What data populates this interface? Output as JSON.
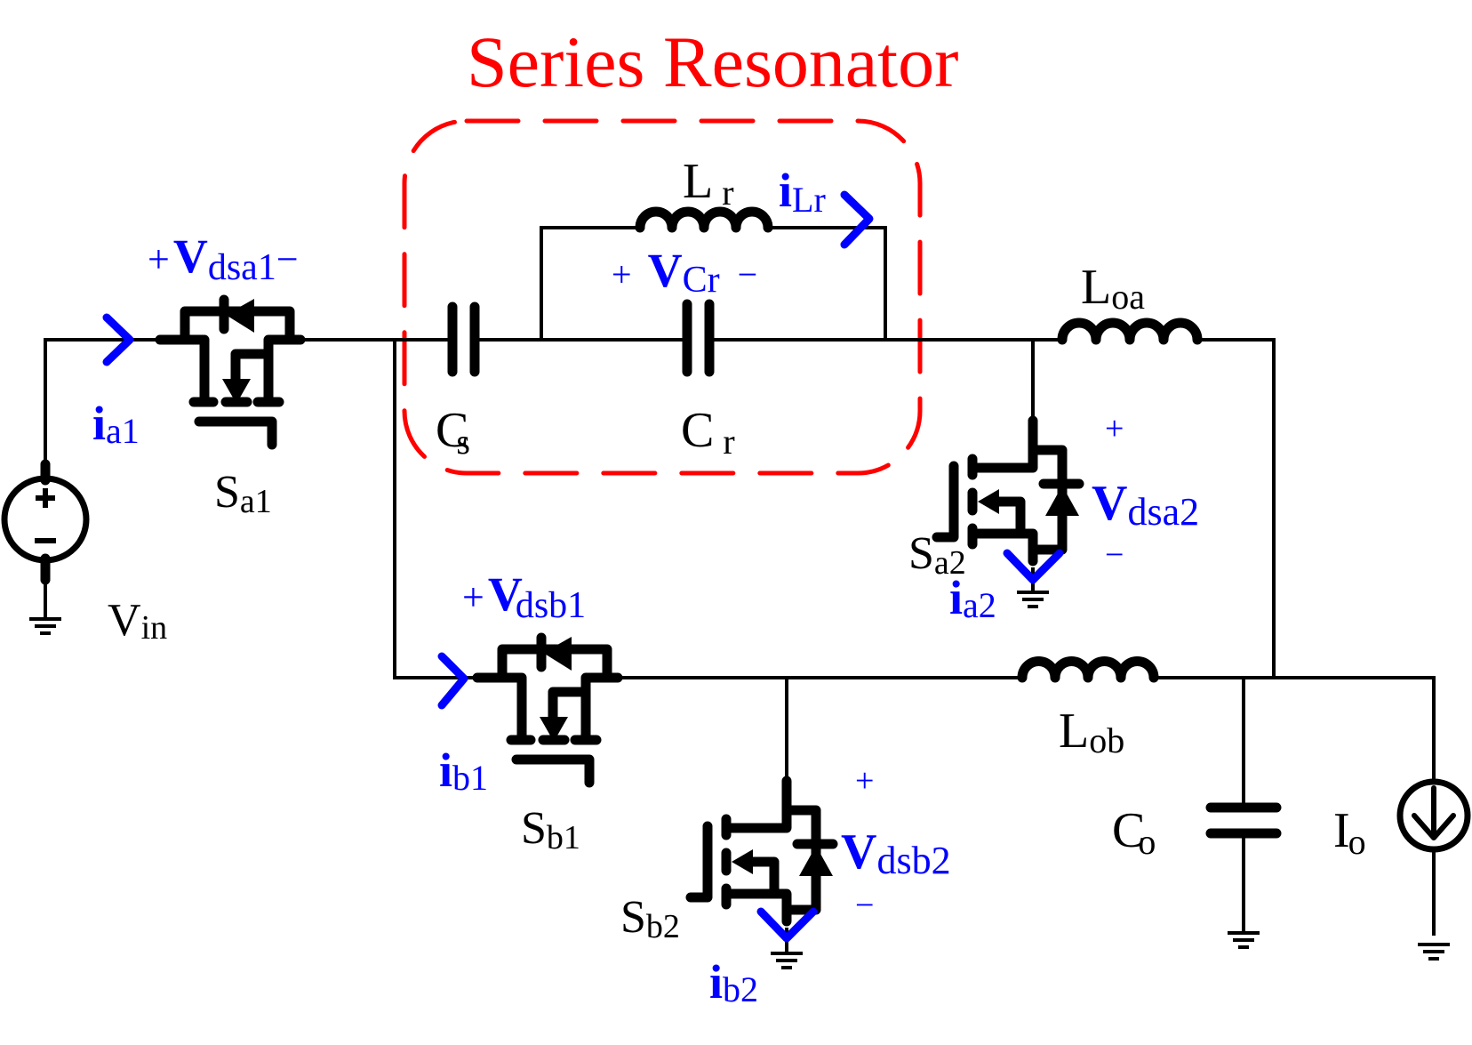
{
  "title": "Series Resonator",
  "colors": {
    "title": "#ff0000",
    "components": "#000000",
    "annotations": "#0000ff",
    "resonator_box": "#ff0000"
  },
  "components": {
    "vin": {
      "main": "V",
      "sub": "in"
    },
    "cs": {
      "main": "C",
      "sub": "s"
    },
    "cr": {
      "main": "C",
      "sub": "r"
    },
    "lr": {
      "main": "L",
      "sub": "r"
    },
    "loa": {
      "main": "L",
      "sub": "oa"
    },
    "lob": {
      "main": "L",
      "sub": "ob"
    },
    "co": {
      "main": "C",
      "sub": "o"
    },
    "io": {
      "main": "I",
      "sub": "o"
    },
    "sa1": {
      "main": "S",
      "sub": "a1"
    },
    "sa2": {
      "main": "S",
      "sub": "a2"
    },
    "sb1": {
      "main": "S",
      "sub": "b1"
    },
    "sb2": {
      "main": "S",
      "sub": "b2"
    }
  },
  "annotations": {
    "vdsa1": {
      "plus": "+",
      "main": "V",
      "sub": "dsa1",
      "minus": "−"
    },
    "vdsb1": {
      "plus": "+",
      "main": "V",
      "sub": "dsb1"
    },
    "vdsa2": {
      "plus": "+",
      "main": "V",
      "sub": "dsa2",
      "minus": "−"
    },
    "vdsb2": {
      "plus": "+",
      "main": "V",
      "sub": "dsb2",
      "minus": "−"
    },
    "vcr": {
      "plus": "+",
      "main": "V",
      "sub": "Cr",
      "minus": "−"
    },
    "ia1": {
      "main": "i",
      "sub": "a1"
    },
    "ia2": {
      "main": "i",
      "sub": "a2"
    },
    "ib1": {
      "main": "i",
      "sub": "b1"
    },
    "ib2": {
      "main": "i",
      "sub": "b2"
    },
    "ilr": {
      "main": "i",
      "sub": "Lr"
    }
  },
  "source_symbols": {
    "plus": "+",
    "minus": "−"
  }
}
